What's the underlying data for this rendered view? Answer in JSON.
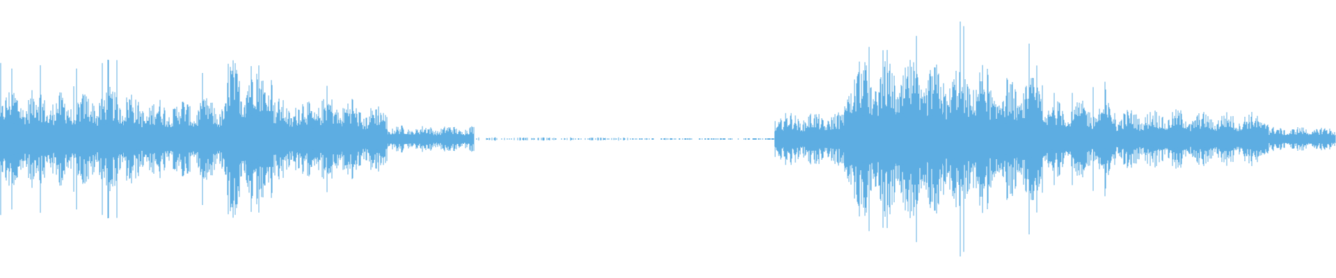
{
  "waveform": {
    "color": "#5dade2",
    "background": "#ffffff",
    "description_of_segments": [
      {
        "start": 0.0,
        "end": 0.035,
        "amp": 0.38
      },
      {
        "start": 0.035,
        "end": 0.07,
        "amp": 0.34
      },
      {
        "start": 0.07,
        "end": 0.1,
        "amp": 0.38
      },
      {
        "start": 0.1,
        "end": 0.135,
        "amp": 0.3
      },
      {
        "start": 0.135,
        "end": 0.17,
        "amp": 0.3
      },
      {
        "start": 0.17,
        "end": 0.205,
        "amp": 0.6
      },
      {
        "start": 0.205,
        "end": 0.235,
        "amp": 0.3
      },
      {
        "start": 0.235,
        "end": 0.265,
        "amp": 0.32
      },
      {
        "start": 0.265,
        "end": 0.29,
        "amp": 0.26
      },
      {
        "start": 0.29,
        "end": 0.355,
        "amp": 0.1
      },
      {
        "start": 0.355,
        "end": 0.47,
        "amp": 0.012
      },
      {
        "start": 0.47,
        "end": 0.565,
        "amp": 0.006
      },
      {
        "start": 0.565,
        "end": 0.58,
        "amp": 0.004
      },
      {
        "start": 0.58,
        "end": 0.632,
        "amp": 0.2
      },
      {
        "start": 0.632,
        "end": 0.685,
        "amp": 0.58
      },
      {
        "start": 0.685,
        "end": 0.74,
        "amp": 0.55
      },
      {
        "start": 0.74,
        "end": 0.78,
        "amp": 0.45
      },
      {
        "start": 0.78,
        "end": 0.835,
        "amp": 0.28
      },
      {
        "start": 0.835,
        "end": 0.89,
        "amp": 0.22
      },
      {
        "start": 0.89,
        "end": 0.95,
        "amp": 0.2
      },
      {
        "start": 0.95,
        "end": 1.0,
        "amp": 0.09
      }
    ]
  }
}
